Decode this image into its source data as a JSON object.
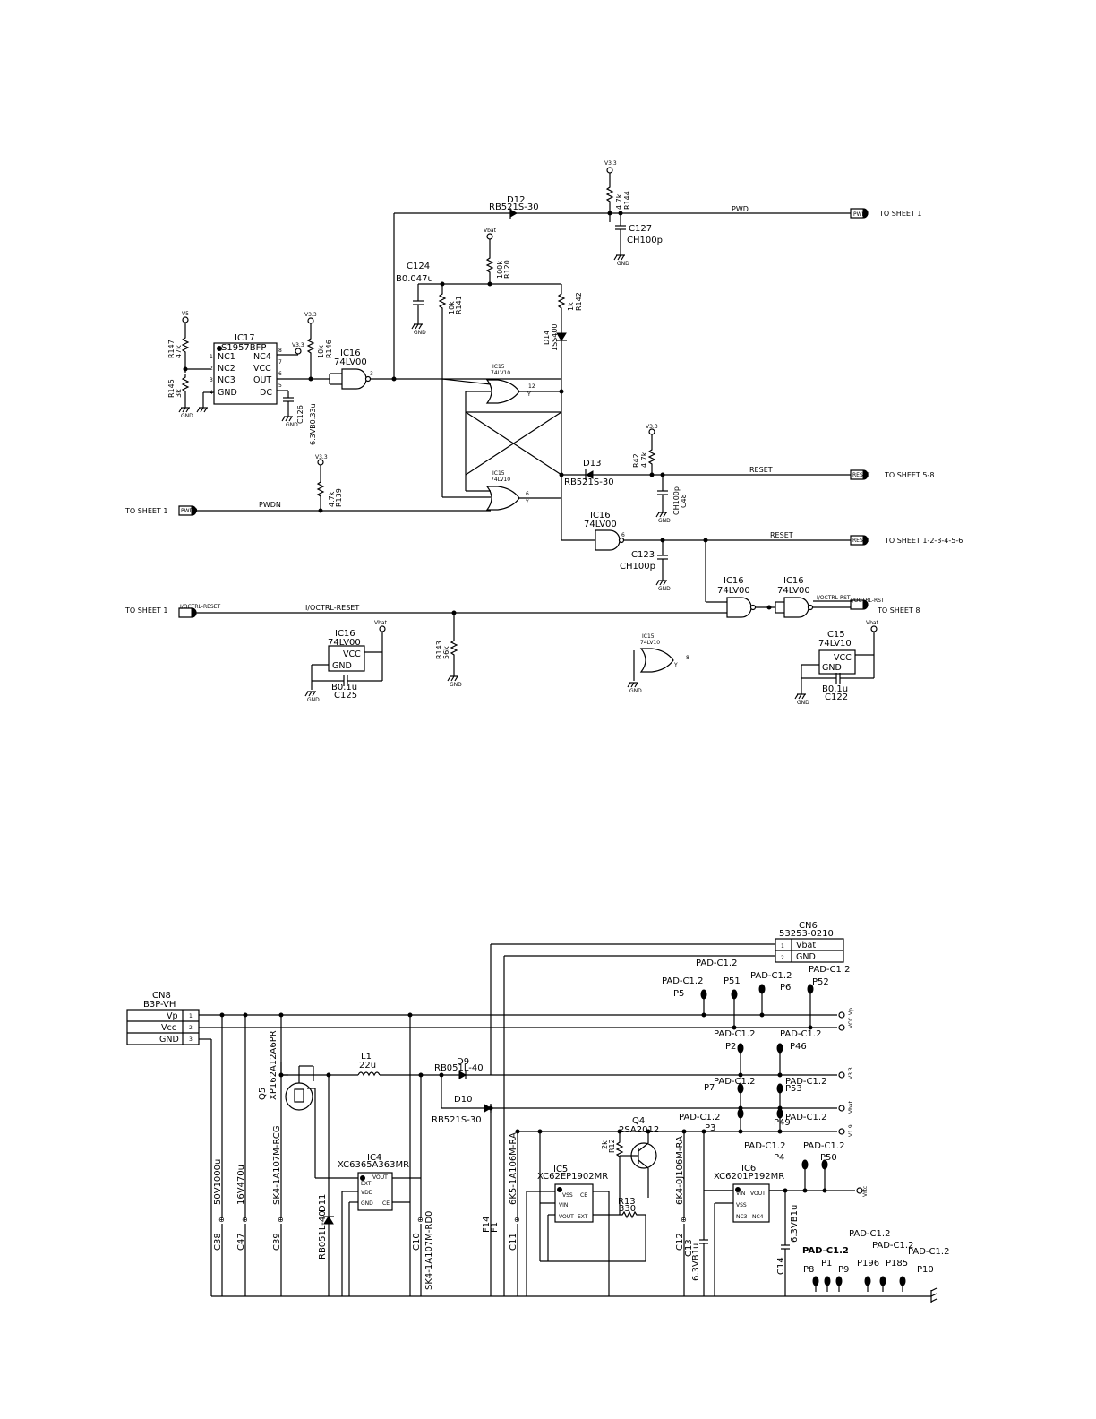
{
  "sheet_refs": {
    "s1": "TO SHEET 1",
    "s58": "TO SHEET 5-8",
    "s123456": "TO SHEET 1-2-3-4-5-6",
    "s8": "TO SHEET 8"
  },
  "nets": {
    "pwd": "PWD",
    "reset": "RESET",
    "pwdn": "PWDN",
    "ioctrl": "I/OCTRL-RESET",
    "ioctrl_rst": "I/OCTRL-RST",
    "vbat": "Vbat",
    "v33": "V3.3",
    "vb": "VB",
    "gnd": "GND",
    "vcc": "VCC",
    "vp": "Vp",
    "v19": "V1.9",
    "vrtc": "Vrtc"
  },
  "upper": {
    "ic17": {
      "ref": "IC17",
      "part": "S1957BFP",
      "pins": [
        "NC1",
        "NC2",
        "NC3",
        "GND",
        "NC4",
        "VCC",
        "OUT",
        "DC"
      ],
      "nums": [
        "1",
        "2",
        "3",
        "4",
        "8",
        "7",
        "6",
        "5"
      ]
    },
    "ic16": {
      "ref": "IC16",
      "part": "74LV00"
    },
    "ic15": {
      "ref": "IC15",
      "part": "74LV10"
    },
    "r147": {
      "ref": "R147",
      "val": "47k"
    },
    "r145": {
      "ref": "R145",
      "val": "3k"
    },
    "r146": {
      "ref": "R146",
      "val": "10k"
    },
    "c126": {
      "ref": "C126",
      "val": "6.3VB0.33u"
    },
    "d12": {
      "ref": "D12",
      "part": "RB521S-30"
    },
    "r144": {
      "ref": "R144",
      "val": "4.7k"
    },
    "c127": {
      "ref": "C127",
      "val": "CH100p"
    },
    "c124": {
      "ref": "C124",
      "val": "B0.047u"
    },
    "r120": {
      "ref": "R120",
      "val": "100k"
    },
    "r141": {
      "ref": "R141",
      "val": "10k"
    },
    "r142": {
      "ref": "R142",
      "val": "1k"
    },
    "d14": {
      "ref": "D14",
      "part": "1SS400"
    },
    "d13": {
      "ref": "D13",
      "part": "RB521S-30"
    },
    "r42": {
      "ref": "R42",
      "val": "4.7k"
    },
    "c48": {
      "ref": "C48",
      "val": "CH100p"
    },
    "r139": {
      "ref": "R139",
      "val": "4.7k"
    },
    "c123": {
      "ref": "C123",
      "val": "CH100p"
    },
    "r143": {
      "ref": "R143",
      "val": "56k"
    },
    "c125": {
      "ref": "C125",
      "val": "B0.1u"
    },
    "c122": {
      "ref": "C122",
      "val": "B0.1u"
    }
  },
  "lower": {
    "cn6": {
      "ref": "CN6",
      "part": "53253-0210",
      "pins": [
        {
          "n": "1",
          "name": "Vbat"
        },
        {
          "n": "2",
          "name": "GND"
        }
      ]
    },
    "cn8": {
      "ref": "CN8",
      "part": "B3P-VH",
      "pins": [
        {
          "n": "1",
          "name": "Vp"
        },
        {
          "n": "2",
          "name": "Vcc"
        },
        {
          "n": "3",
          "name": "GND"
        }
      ]
    },
    "pad": "PAD-C1.2",
    "q5": {
      "ref": "Q5",
      "part": "XP162A12A6PR"
    },
    "l1": {
      "ref": "L1",
      "val": "22u"
    },
    "d9": {
      "ref": "D9",
      "part": "RB051L-40"
    },
    "d10": {
      "ref": "D10",
      "part": "RB521S-30"
    },
    "d11": {
      "ref": "D11",
      "part": "RB051L-40"
    },
    "ic4": {
      "ref": "IC4",
      "part": "XC6365A363MR",
      "pins": [
        "EXT",
        "VDD",
        "GND",
        "VOUT",
        "CE"
      ]
    },
    "ic5": {
      "ref": "IC5",
      "part": "XC62EP1902MR",
      "pins": [
        "VSS",
        "VIN",
        "VOUT",
        "CE",
        "EXT"
      ]
    },
    "ic6": {
      "ref": "IC6",
      "part": "XC6201P192MR",
      "pins": [
        "VIN",
        "VSS",
        "NC3",
        "VOUT",
        "NC4"
      ]
    },
    "q4": {
      "ref": "Q4",
      "part": "2SA2012"
    },
    "r12": {
      "ref": "R12",
      "val": "2k"
    },
    "r13": {
      "ref": "R13",
      "val": "330"
    },
    "c38": {
      "ref": "C38",
      "val": "50V1000u"
    },
    "c47": {
      "ref": "C47",
      "val": "16V470u"
    },
    "c39": {
      "ref": "C39",
      "val": "SK4-1A107M-RCG"
    },
    "c10": {
      "ref": "C10",
      "val": "SK4-1A107M-RD0"
    },
    "f14": {
      "ref": "F14",
      "val": "F1"
    },
    "c11": {
      "ref": "C11",
      "val": "6K5-1A106M-RA"
    },
    "c12": {
      "ref": "C12",
      "val": "6K4-0J106M-RA"
    },
    "c13": {
      "ref": "C13",
      "val": "6.3VB1u"
    },
    "c14": {
      "ref": "C14",
      "val": "6.3VB1u"
    },
    "pads": [
      "P5",
      "P51",
      "P6",
      "P52",
      "P2",
      "P46",
      "P7",
      "P53",
      "P3",
      "P49",
      "P4",
      "P50",
      "P8",
      "P1",
      "P9",
      "P196",
      "P185",
      "P10"
    ]
  }
}
